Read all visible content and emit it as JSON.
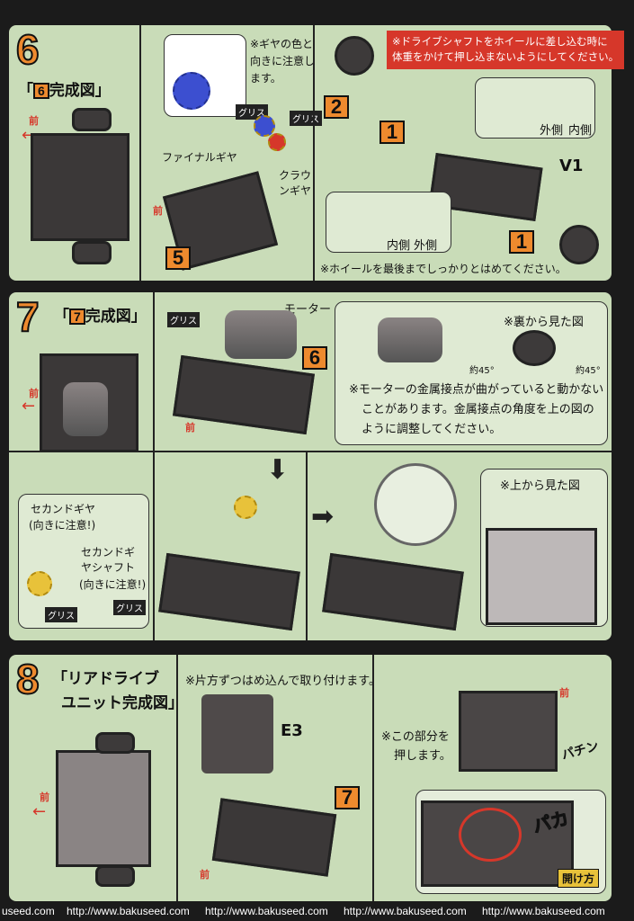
{
  "step6": {
    "number": "6",
    "title_num": "6",
    "title": "完成図",
    "forward": "前",
    "part2": "2",
    "part1a": "1",
    "part1b": "1",
    "part5": "5",
    "wheel_label": "V1",
    "gear_note": "※ギヤの色と向きに注意します。",
    "grease1": "グリス",
    "grease2": "グリス",
    "final_gear": "ファイナルギヤ",
    "crown_gear": "クラウンギヤ",
    "warning": [
      "※ドライブシャフトをホイールに差し込む時に",
      "体重をかけて押し込まないようにしてください。"
    ],
    "outer": "外側",
    "inner": "内側",
    "inner2": "内側",
    "outer2": "外側",
    "bottom_note": "※ホイールを最後までしっかりとはめてください。"
  },
  "step7": {
    "number": "7",
    "title_num": "7",
    "title": "完成図",
    "forward": "前",
    "forward2": "前",
    "grease": "グリス",
    "motor": "モーター",
    "part6": "6",
    "back_view": "※裏から見た図",
    "angle_left": "約45°",
    "angle_right": "約45°",
    "motor_note": [
      "※モーターの金属接点が曲がっていると動かない",
      "ことがあります。金属接点の角度を上の図の",
      "ように調整してください。"
    ],
    "second_gear": "セカンドギヤ",
    "second_gear_note": "(向きに注意!)",
    "second_shaft": "セカンドギヤシャフト",
    "second_shaft_note": "(向きに注意!)",
    "grease2": "グリス",
    "grease3": "グリス",
    "top_view": "※上から見た図"
  },
  "step8": {
    "number": "8",
    "title": [
      "「リアドライブ",
      "ユニット完成図」"
    ],
    "forward": "前",
    "forward2": "前",
    "forward3": "前",
    "note": "※片方ずつはめ込んで取り付けます。",
    "part_e3": "E3",
    "part7": "7",
    "press_note": [
      "※この部分を",
      "押します。"
    ],
    "snap1": "パチン",
    "snap2": "パカ",
    "open": "開け方"
  },
  "footer": {
    "urls": [
      "useed.com",
      "http://www.bakuseed.com",
      "http://www.bakuseed.com",
      "http://www.bakuseed.com",
      "http://www.bakuseed.com"
    ]
  }
}
